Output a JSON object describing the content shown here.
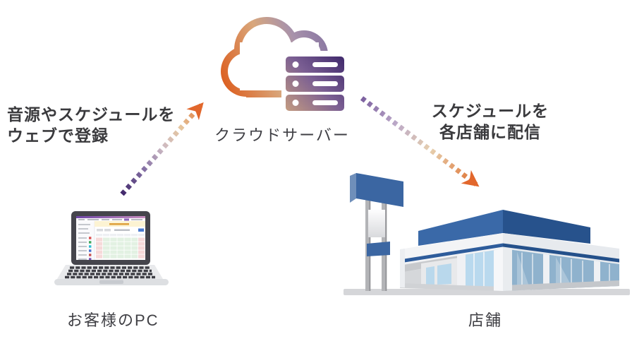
{
  "diagram": {
    "background": "#ffffff",
    "nodes": {
      "pc": {
        "label": "お客様のPC",
        "icon": "laptop-icon"
      },
      "cloud": {
        "label": "クラウドサーバー",
        "icon": "cloud-server-icon"
      },
      "store": {
        "label": "店舗",
        "icon": "store-building-icon"
      }
    },
    "annotations": {
      "upload": {
        "line1": "音源やスケジュールを",
        "line2": "ウェブで登録"
      },
      "distribute": {
        "line1": "スケジュールを",
        "line2": "各店舗に配信"
      }
    },
    "arrows": [
      {
        "id": "pc-to-cloud",
        "from": "pc",
        "to": "cloud",
        "style": "dashed-gradient",
        "color_start": "#40276a",
        "color_end": "#df7330"
      },
      {
        "id": "cloud-to-store",
        "from": "cloud",
        "to": "store",
        "style": "dashed-gradient",
        "color_start": "#7b5f9f",
        "color_end": "#df6e2c"
      }
    ],
    "colors": {
      "note_text": "#3a3a3d",
      "arrow_orange": "#e2672c",
      "arrow_purple": "#40276a",
      "cloud_gradient_left": "#dc6122",
      "cloud_gradient_right": "#8d7aa3",
      "server_gradient_dark": "#3a2468",
      "store_blue": "#3b66a2",
      "glass_blue": "#b9d9ee",
      "ground_gray": "#d5d6d9"
    }
  }
}
